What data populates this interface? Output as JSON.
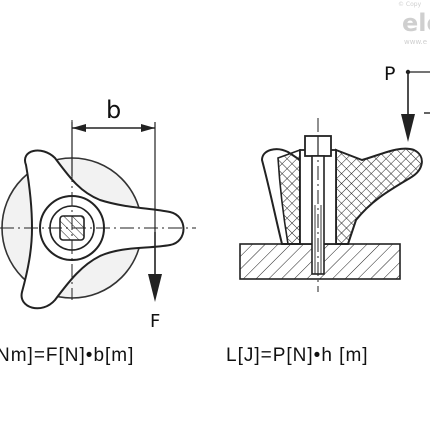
{
  "watermark": {
    "copyright": "© Copy",
    "logo": "ele",
    "url": "www.e"
  },
  "left_figure": {
    "dimension_label": "b",
    "force_label": "F",
    "formula": "Nm]=F[N]•b[m]"
  },
  "right_figure": {
    "force_label": "P",
    "formula": "L[J]=P[N]•h [m]"
  }
}
